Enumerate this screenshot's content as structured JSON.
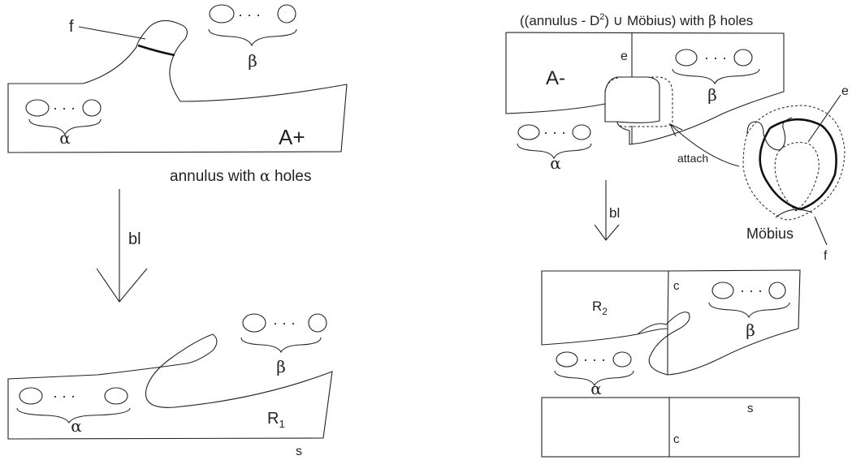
{
  "left": {
    "label_f": "f",
    "label_beta_top": "β",
    "label_alpha_top": "α",
    "label_a_plus": "A+",
    "caption_prefix": "annulus with",
    "caption_alpha": "α",
    "caption_suffix": "holes",
    "map_label": "bl",
    "label_beta_bottom": "β",
    "label_alpha_bottom": "α",
    "label_r": "R",
    "label_r_sub": "1",
    "label_s": "s"
  },
  "right": {
    "title_a": "((annulus - D",
    "title_sup": "2",
    "title_b": ") ∪ Möbius) with",
    "title_beta": "β",
    "title_c": "holes",
    "label_e": "e",
    "label_a_minus": "A-",
    "label_beta_top": "β",
    "label_alpha_top": "α",
    "label_attach": "attach",
    "label_e_mobius": "e",
    "map_label": "bl",
    "label_mobius": "Möbius",
    "label_f": "f",
    "label_c_upper": "c",
    "label_r": "R",
    "label_r_sub": "2",
    "label_beta_bottom": "β",
    "label_alpha_bottom": "α",
    "label_s": "s",
    "label_c_lower": "c"
  },
  "dots": "· · ·"
}
